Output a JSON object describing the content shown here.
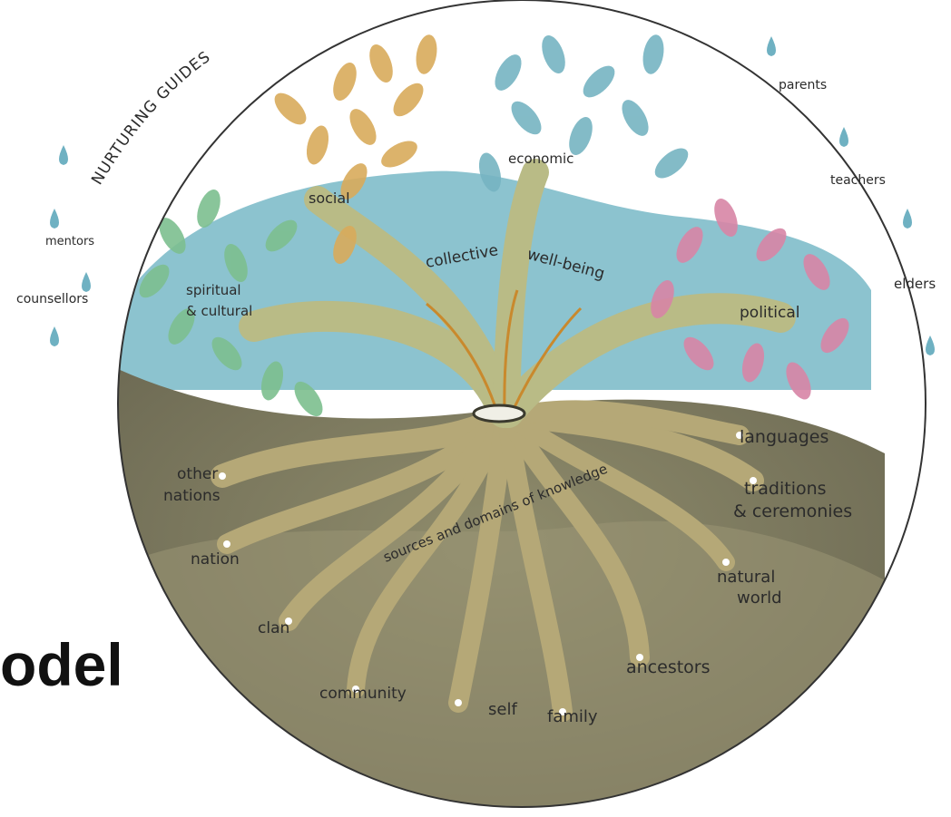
{
  "title_fragment": "odel",
  "arc_label": "NURTURING GUIDES",
  "guides": [
    "mentors",
    "counsellors",
    "parents",
    "teachers",
    "elders"
  ],
  "branches": [
    "social",
    "economic",
    "spiritual",
    "& cultural",
    "political",
    "collective",
    "well-being"
  ],
  "roots": [
    "languages",
    "traditions",
    "& ceremonies",
    "other",
    "nations",
    "nation",
    "natural",
    "world",
    "clan",
    "community",
    "self",
    "family",
    "ancestors"
  ],
  "roots_caption": "sources and domains of knowledge",
  "colors": {
    "sky": "#8cc3cf",
    "earth": "#8e8b6a",
    "earth_dark": "#6f6c55",
    "roots": "#b5a877",
    "trunk": "#b9bb86",
    "leaf_social": "#d9ab5b",
    "leaf_economic": "#76b4c2",
    "leaf_spiritual": "#7dbf8f",
    "leaf_political": "#d885a6",
    "drop": "#6fb1c2"
  }
}
